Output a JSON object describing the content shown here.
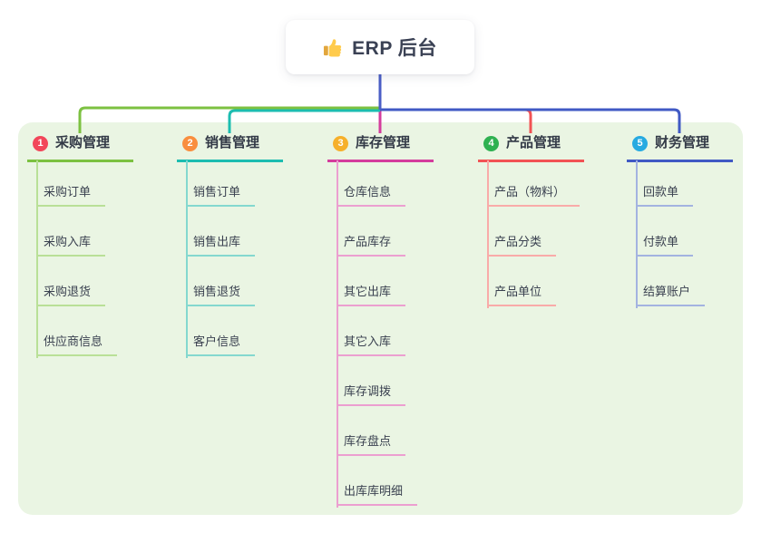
{
  "root": {
    "label": "ERP 后台",
    "icon": "thumbs-up-icon",
    "text_color": "#3A4154",
    "bg_color": "#FFFFFF"
  },
  "panel": {
    "bg_color": "#EAF5E3"
  },
  "connector": {
    "root_line_color": "#4A5EC6"
  },
  "branches": [
    {
      "num": "1",
      "label": "采购管理",
      "badge_color": "#F2465A",
      "line_color": "#7CC141",
      "child_line_color": "#B9E097",
      "children": [
        "采购订单",
        "采购入库",
        "采购退货",
        "供应商信息"
      ]
    },
    {
      "num": "2",
      "label": "销售管理",
      "badge_color": "#F98E3E",
      "line_color": "#1CBDB0",
      "child_line_color": "#84D8CF",
      "children": [
        "销售订单",
        "销售出库",
        "销售退货",
        "客户信息"
      ]
    },
    {
      "num": "3",
      "label": "库存管理",
      "badge_color": "#F6B02B",
      "line_color": "#D43C9D",
      "child_line_color": "#EC9FD0",
      "children": [
        "仓库信息",
        "产品库存",
        "其它出库",
        "其它入库",
        "库存调拨",
        "库存盘点",
        "出库库明细"
      ]
    },
    {
      "num": "4",
      "label": "产品管理",
      "badge_color": "#2FB151",
      "line_color": "#F25254",
      "child_line_color": "#F9ABA9",
      "children": [
        "产品（物料）",
        "产品分类",
        "产品单位"
      ]
    },
    {
      "num": "5",
      "label": "财务管理",
      "badge_color": "#27AAE1",
      "line_color": "#4059C4",
      "child_line_color": "#A3B3E0",
      "children": [
        "回款单",
        "付款单",
        "结算账户"
      ]
    }
  ],
  "text_colors": {
    "branch_label": "#333A47",
    "child_label": "#3A4150"
  }
}
